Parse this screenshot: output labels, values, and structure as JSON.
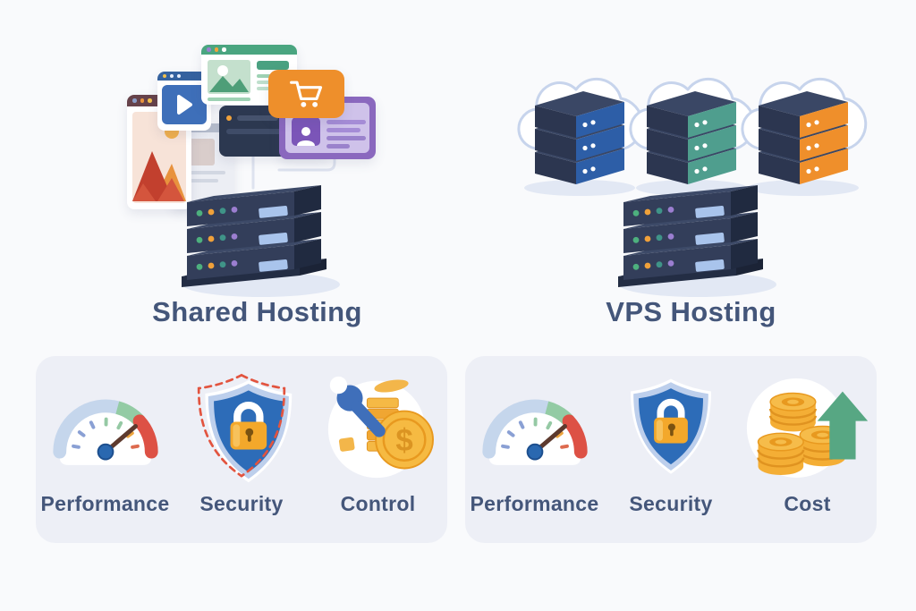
{
  "sections": {
    "shared": {
      "title": "Shared Hosting",
      "features": [
        {
          "label": "Performance",
          "icon": "speedometer"
        },
        {
          "label": "Security",
          "icon": "shield-lock-dashed"
        },
        {
          "label": "Control",
          "icon": "wrench-coins"
        }
      ]
    },
    "vps": {
      "title": "VPS Hosting",
      "features": [
        {
          "label": "Performance",
          "icon": "speedometer"
        },
        {
          "label": "Security",
          "icon": "shield-lock"
        },
        {
          "label": "Cost",
          "icon": "coins-growth-arrow"
        }
      ]
    }
  },
  "icons": {
    "currency_symbol": "$"
  },
  "colors": {
    "background": "#f9fafc",
    "panel": "#edeff6",
    "heading_text": "#44567a",
    "label_text": "#44567a",
    "server_navy": "#333e5a",
    "server_panel_blue": "#a9c4ec",
    "cloud_outline": "#c7d4ec",
    "vps_node_blue": "#2d5ea7",
    "vps_node_teal": "#4f9e8e",
    "vps_node_orange": "#ef8f2b",
    "shield_blue": "#2d6cb8",
    "shield_light": "#bdcfec",
    "lock_gold": "#f3a82b",
    "alert_dash_red": "#e2543f",
    "gauge_arc_blue": "#c5d6ec",
    "gauge_arc_green": "#93cba4",
    "gauge_arc_red": "#dd5145",
    "coin_gold": "#f5b945",
    "growth_green": "#57a783",
    "window_green": "#4aa580",
    "window_blue": "#3e6fb9",
    "window_purple": "#8a68be",
    "window_maroon": "#66424a",
    "window_orange": "#ee8f2b",
    "window_dark": "#2c3850"
  }
}
